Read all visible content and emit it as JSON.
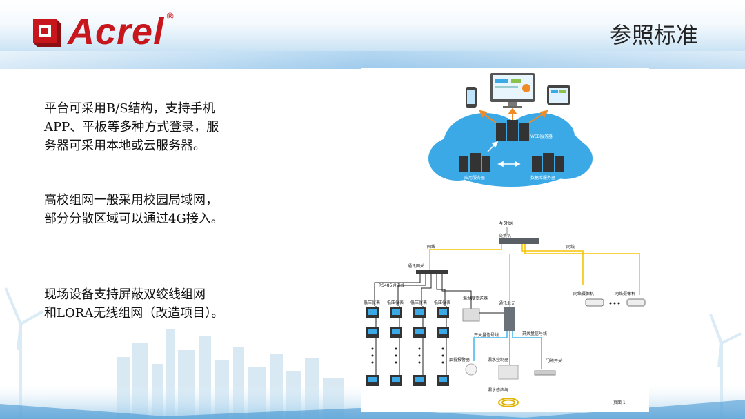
{
  "brand": {
    "name": "Acrel",
    "reg": "®"
  },
  "title": "参照标准",
  "paragraphs": [
    {
      "lines": [
        "平台可采用B/S结构，支持手机",
        "APP、平板等多种方式登录，服",
        "务器可采用本地或云服务器。"
      ]
    },
    {
      "lines": [
        "高校组网一般采用校园局域网，",
        "部分分散区域可以通过4G接入。"
      ]
    },
    {
      "lines": [
        "现场设备支持屏蔽双绞线组网",
        "和LORA无线组网（改造项目）。"
      ]
    }
  ],
  "figure": {
    "cloud": {
      "web_server": "WEB服务器",
      "app_server": "应用服务器",
      "db_server": "数据库服务器"
    },
    "network": {
      "external": "互外网",
      "switch": "交换机",
      "cable_left": "网线",
      "cable_right": "网线",
      "gateway": "通讯网关",
      "rs485": "RS485通讯线",
      "meters": [
        "低压仪表",
        "低压仪表",
        "低压仪表",
        "低压仪表"
      ],
      "temp_sensor": "温湿度变送器",
      "comm_unit": "通讯单元",
      "cameras": [
        "网络摄像机",
        "网络摄像机"
      ],
      "signal_in_left": "开关量信号线",
      "signal_in_right": "开关量信号线",
      "smoke": "烟雾报警器",
      "water_ctrl": "漏水控制器",
      "door": "门磁开关",
      "water_rope": "漏水感应绳",
      "page": "页面 1"
    }
  },
  "colors": {
    "brand_red": "#c8161d",
    "cloud": "#3aa9e6",
    "cable": "#f5c400",
    "signal": "#40b6ee",
    "arrow": "#f08a24"
  }
}
